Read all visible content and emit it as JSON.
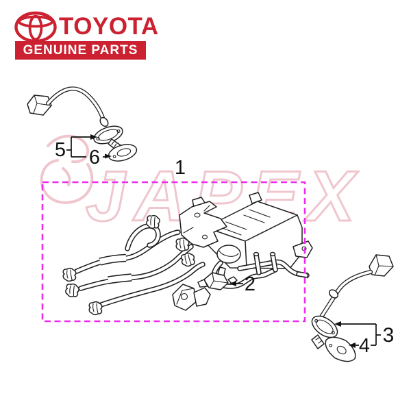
{
  "header": {
    "brand": "TOYOTA",
    "banner": "GENUINE PARTS"
  },
  "watermark": {
    "text": "JAPEX"
  },
  "diagram": {
    "callouts": [
      "1",
      "2",
      "3",
      "4",
      "5",
      "6"
    ]
  },
  "colors": {
    "brand-red": "#cb2130",
    "banner-text": "#ffffff",
    "watermark-pink": "#eec0c9",
    "dashed-magenta": "#ee2cee",
    "line-dark": "#1f1f1f"
  }
}
